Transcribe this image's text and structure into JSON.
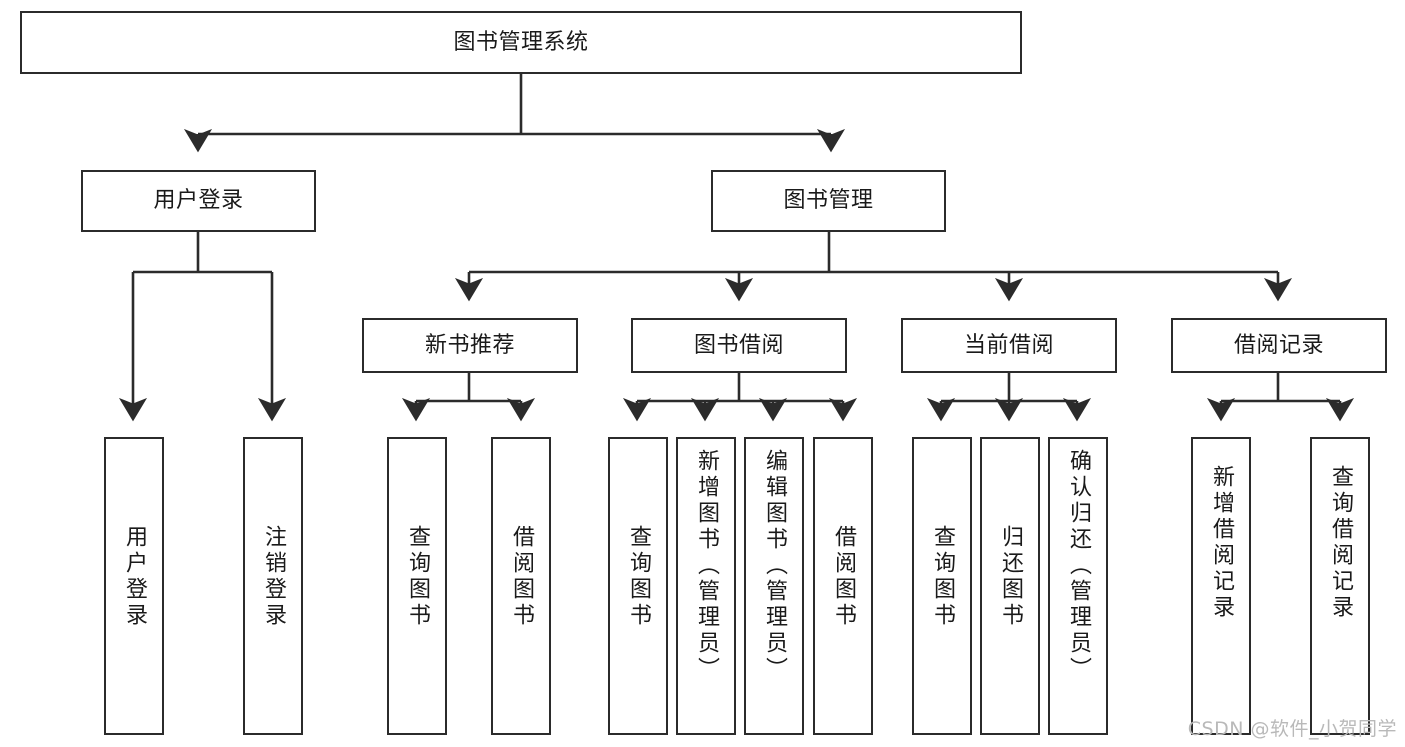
{
  "diagram": {
    "title": "图书管理系统",
    "type": "tree",
    "root": {
      "id": "root",
      "label": "图书管理系统",
      "orientation": "horizontal"
    },
    "level2": [
      {
        "id": "user-login",
        "label": "用户登录",
        "orientation": "horizontal"
      },
      {
        "id": "book-manage",
        "label": "图书管理",
        "orientation": "horizontal"
      }
    ],
    "level3": [
      {
        "id": "new-book-recommend",
        "label": "新书推荐",
        "orientation": "horizontal",
        "parent": "book-manage"
      },
      {
        "id": "book-borrow",
        "label": "图书借阅",
        "orientation": "horizontal",
        "parent": "book-manage"
      },
      {
        "id": "current-borrow",
        "label": "当前借阅",
        "orientation": "horizontal",
        "parent": "book-manage"
      },
      {
        "id": "borrow-record",
        "label": "借阅记录",
        "orientation": "horizontal",
        "parent": "book-manage"
      }
    ],
    "leaves": [
      {
        "id": "leaf-user-login",
        "label": "用户登录",
        "orientation": "vertical",
        "parent": "user-login"
      },
      {
        "id": "leaf-user-logout",
        "label": "注销登录",
        "orientation": "vertical",
        "parent": "user-login"
      },
      {
        "id": "leaf-query-book-1",
        "label": "查询图书",
        "orientation": "vertical",
        "parent": "new-book-recommend"
      },
      {
        "id": "leaf-borrow-book-1",
        "label": "借阅图书",
        "orientation": "vertical",
        "parent": "new-book-recommend"
      },
      {
        "id": "leaf-query-book-2",
        "label": "查询图书",
        "orientation": "vertical",
        "parent": "book-borrow"
      },
      {
        "id": "leaf-add-book",
        "label": "新增图书（管理员）",
        "orientation": "vertical",
        "parent": "book-borrow"
      },
      {
        "id": "leaf-edit-book",
        "label": "编辑图书（管理员）",
        "orientation": "vertical",
        "parent": "book-borrow"
      },
      {
        "id": "leaf-borrow-book-2",
        "label": "借阅图书",
        "orientation": "vertical",
        "parent": "book-borrow"
      },
      {
        "id": "leaf-query-book-3",
        "label": "查询图书",
        "orientation": "vertical",
        "parent": "current-borrow"
      },
      {
        "id": "leaf-return-book",
        "label": "归还图书",
        "orientation": "vertical",
        "parent": "current-borrow"
      },
      {
        "id": "leaf-confirm-return",
        "label": "确认归还（管理员）",
        "orientation": "vertical",
        "parent": "current-borrow"
      },
      {
        "id": "leaf-add-record",
        "label": "新增借阅记录",
        "orientation": "vertical",
        "parent": "borrow-record"
      },
      {
        "id": "leaf-query-record",
        "label": "查询借阅记录",
        "orientation": "vertical",
        "parent": "borrow-record"
      }
    ],
    "colors": {
      "stroke": "#2b2b2b",
      "fill": "#ffffff",
      "text": "#1a1a1a",
      "watermark": "#b9b9b9"
    }
  },
  "watermark": {
    "text": "CSDN @软件_小贺同学"
  }
}
